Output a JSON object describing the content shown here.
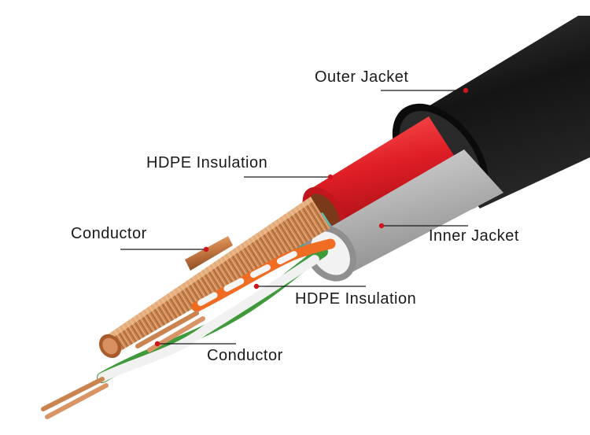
{
  "labels": {
    "outer_jacket": "Outer Jacket",
    "hdpe_insulation_upper": "HDPE Insulation",
    "conductor_upper": "Conductor",
    "inner_jacket": "Inner Jacket",
    "hdpe_insulation_lower": "HDPE Insulation",
    "conductor_lower": "Conductor"
  },
  "colors": {
    "outer_jacket": "#1a1a1a",
    "red_insulation": "#e8262d",
    "inner_jacket": "#b9b9b9",
    "teal_filler": "#3aa8a6",
    "copper": "#c9834e",
    "orange_wire": "#ef6c22",
    "green_wire": "#3e9a3a",
    "leader_line": "#1a1a1a",
    "marker_dot": "#d0141c"
  }
}
